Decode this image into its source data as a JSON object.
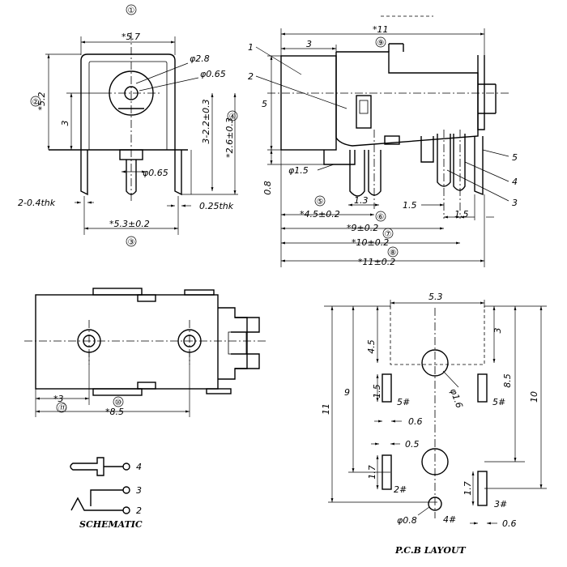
{
  "front": {
    "balloon": "①",
    "dim_top": "*5.7",
    "dia_28": "φ2.8",
    "dia_065_top": "φ0.65",
    "dia_065_bot": "φ0.65",
    "balloon_2": "②",
    "dim_52": "*5.2",
    "dim_3": "3",
    "dim_22": "3-2.2±0.3",
    "dim_26": "*2.6±0.3",
    "balloon_4": "④",
    "thk04": "2-0.4thk",
    "thk025": "0.25thk",
    "dim_53": "*5.3±0.2",
    "balloon_3": "③"
  },
  "side": {
    "dim_11": "*11",
    "balloon_9": "⑨",
    "dim_3": "3",
    "label_1": "1",
    "label_2": "2",
    "dim_5": "5",
    "dim_08": "0.8",
    "dia_15": "φ1.5",
    "dim_13": "1.3",
    "dim_15": "1.5",
    "dim_15b": "1.5",
    "balloon_5": "⑤",
    "dim_45": "*4.5±0.2",
    "balloon_6": "⑥",
    "dim_9": "*9±0.2",
    "balloon_7": "⑦",
    "dim_10": "*10±0.2",
    "balloon_8": "⑧",
    "dim_11b": "*11±0.2",
    "label_5": "5",
    "label_4": "4",
    "label_3": "3"
  },
  "bottom": {
    "dim_3": "*3",
    "balloon_11": "⑪",
    "balloon_10": "⑩",
    "dim_85": "*8.5"
  },
  "schematic": {
    "pin4": "4",
    "pin3": "3",
    "pin2": "2",
    "caption": "SCHEMATIC"
  },
  "pcb": {
    "dim_53": "5.3",
    "dim_45": "4.5",
    "dim_3": "3",
    "dim_15": "1.5",
    "dia_16": "φ1.6",
    "pad5a": "5#",
    "pad5b": "5#",
    "dim_06a": "0.6",
    "dim_05": "0.5",
    "dim_9": "9",
    "dim_85": "8.5",
    "dim_11": "11",
    "dim_10": "10",
    "dim_17a": "1.7",
    "pad2": "2#",
    "dim_17b": "1.7",
    "pad3": "3#",
    "dia_08": "φ0.8",
    "pad4": "4#",
    "dim_06b": "0.6",
    "caption": "P.C.B  LAYOUT"
  }
}
